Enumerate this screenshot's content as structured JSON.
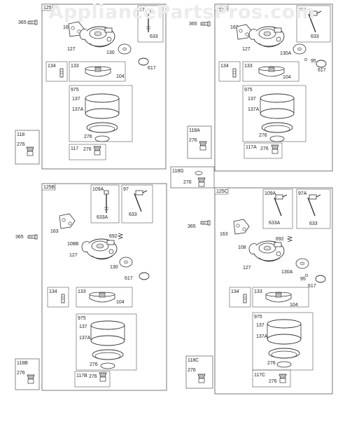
{
  "watermark": "AppliancePartsPros.com",
  "group_labels": {
    "g125": "125",
    "g125a": "125A",
    "g125b": "125B",
    "g125c": "125C",
    "g118": "118",
    "g118a": "118A",
    "g118b": "118B",
    "g118c": "118C",
    "g118g": "118G"
  },
  "sub_labels": {
    "a_97": "97",
    "a_134": "134",
    "a_133": "133",
    "a_975": "975",
    "a_117": "117",
    "b_97a": "97A",
    "b_134": "134",
    "b_133": "133",
    "b_975": "975",
    "b_117a": "117A",
    "c_109a": "109A",
    "c_97": "97",
    "c_134": "134",
    "c_133": "133",
    "c_975": "975",
    "c_117b": "117B",
    "d_109a": "109A",
    "d_97a": "97A",
    "d_134": "134",
    "d_133": "133",
    "d_975": "975",
    "d_117c": "117C"
  },
  "callouts": {
    "a_365": "365",
    "a_163": "163",
    "a_127": "127",
    "a_130": "130",
    "a_633": "633",
    "a_617": "617",
    "a_104": "104",
    "a_137": "137",
    "a_137a": "137A",
    "a_276a": "276",
    "a_276b": "276",
    "a_276c": "276",
    "b_365": "365",
    "b_163": "163",
    "b_127": "127",
    "b_130a": "130A",
    "b_633": "633",
    "b_95": "95",
    "b_617": "617",
    "b_104": "104",
    "b_137": "137",
    "b_137a": "137A",
    "b_276a": "276",
    "b_276b": "276",
    "b_276c": "276",
    "g_276": "276",
    "c_365": "365",
    "c_163": "163",
    "c_108b": "108B",
    "c_692": "692",
    "c_127": "127",
    "c_130": "130",
    "c_617": "617",
    "c_633a": "633A",
    "c_633": "633",
    "c_104": "104",
    "c_137": "137",
    "c_137a": "137A",
    "c_276a": "276",
    "c_276b": "276",
    "c_276c": "276",
    "d_365": "365",
    "d_163": "163",
    "d_108": "108",
    "d_692": "692",
    "d_127": "127",
    "d_130a": "130A",
    "d_95": "95",
    "d_617": "617",
    "d_633a": "633A",
    "d_633": "633",
    "d_104": "104",
    "d_137": "137",
    "d_137a": "137A",
    "d_276a": "276",
    "d_276b": "276",
    "d_276c": "276"
  },
  "colors": {
    "line": "#333333",
    "frame": "#555555",
    "watermark": "#ececec"
  }
}
